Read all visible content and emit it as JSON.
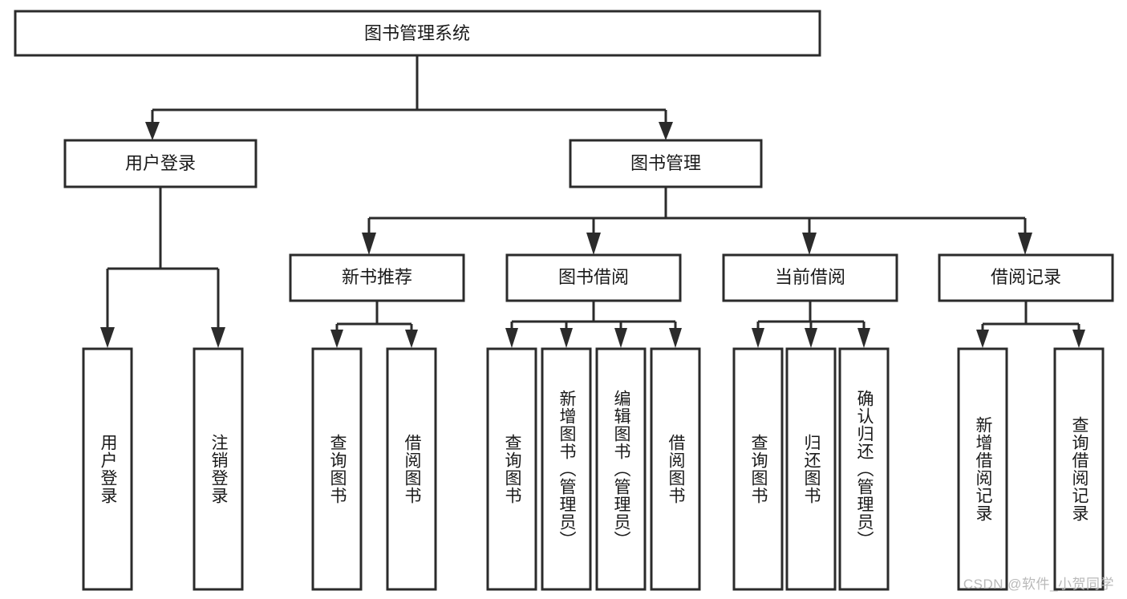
{
  "diagram": {
    "title": "图书管理系统",
    "type": "hierarchy-tree",
    "watermark": "CSDN @软件_小贺同学",
    "colors": {
      "box_stroke": "#2b2b2b",
      "box_fill": "#ffffff",
      "text": "#1a1a1a",
      "connector": "#2b2b2b",
      "watermark": "#b9b9b9",
      "background": "#ffffff"
    },
    "root": {
      "label": "图书管理系统"
    },
    "level2": [
      {
        "label": "用户登录"
      },
      {
        "label": "图书管理"
      }
    ],
    "level3": [
      {
        "label": "新书推荐"
      },
      {
        "label": "图书借阅"
      },
      {
        "label": "当前借阅"
      },
      {
        "label": "借阅记录"
      }
    ],
    "leaves": {
      "user_login": [
        {
          "label": "用户登录"
        },
        {
          "label": "注销登录"
        }
      ],
      "new_book": [
        {
          "label": "查询图书"
        },
        {
          "label": "借阅图书"
        }
      ],
      "book_borrow": [
        {
          "label": "查询图书"
        },
        {
          "label": "新增图书（管理员）"
        },
        {
          "label": "编辑图书（管理员）"
        },
        {
          "label": "借阅图书"
        }
      ],
      "current_borrow": [
        {
          "label": "查询图书"
        },
        {
          "label": "归还图书"
        },
        {
          "label": "确认归还（管理员）"
        }
      ],
      "borrow_record": [
        {
          "label": "新增借阅记录"
        },
        {
          "label": "查询借阅记录"
        }
      ]
    }
  }
}
